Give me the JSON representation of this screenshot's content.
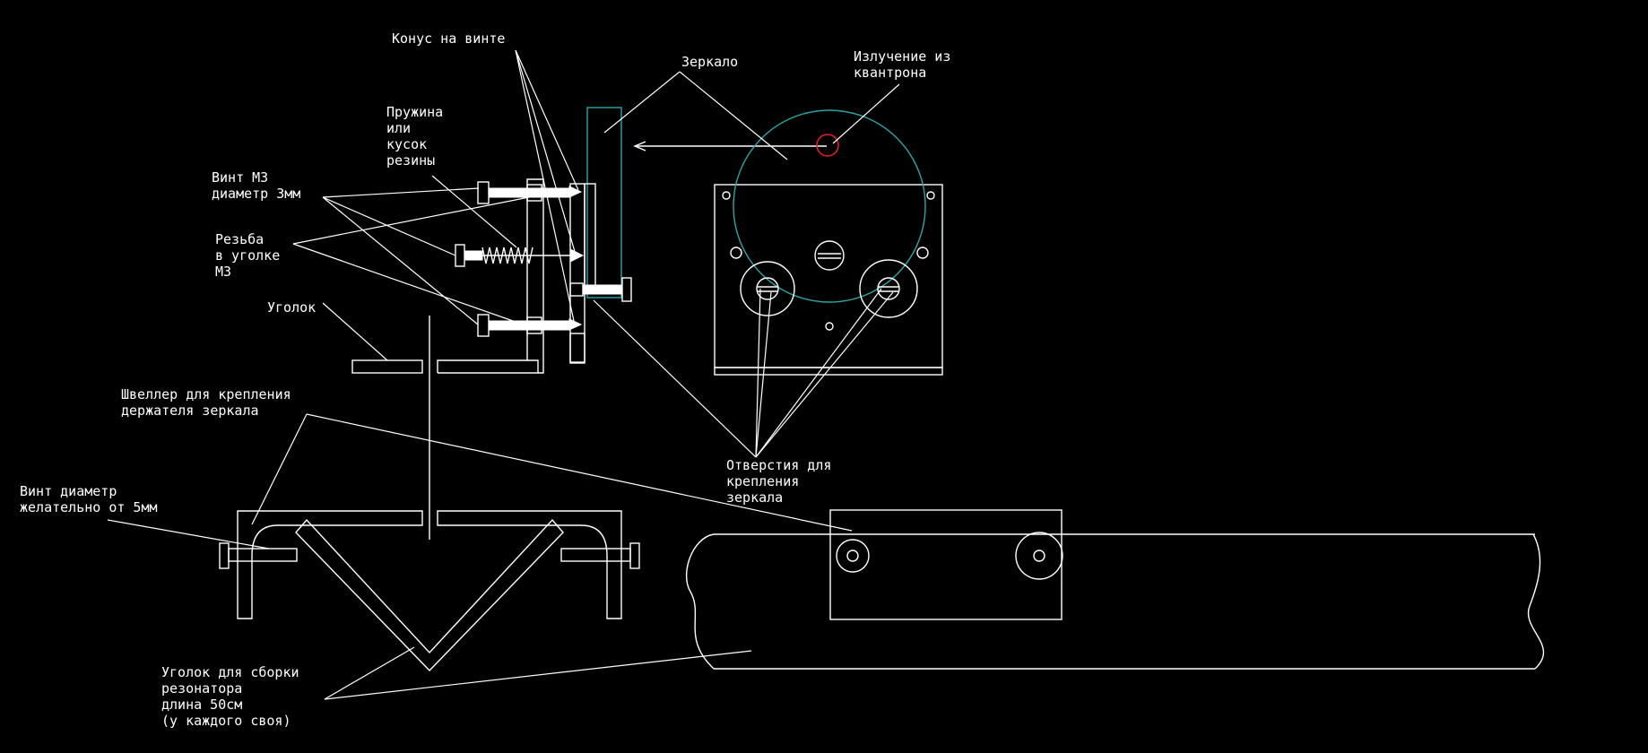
{
  "labels": {
    "cone_on_screw": "Конус на винте",
    "mirror": "Зеркало",
    "emission_1": "Излучение из",
    "emission_2": "квантрона",
    "spring_1": "Пружина",
    "spring_2": "или",
    "spring_3": "кусок",
    "spring_4": "резины",
    "screw_m3_1": "Винт М3",
    "screw_m3_2": "диаметр 3мм",
    "thread_1": "Резьба",
    "thread_2": "в уголке",
    "thread_3": "М3",
    "corner": "Уголок",
    "channel_1": "Швеллер для крепления",
    "channel_2": "держателя зеркала",
    "screw_5_1": "Винт диаметр",
    "screw_5_2": "желательно от 5мм",
    "holes_1": "Отверстия для",
    "holes_2": "крепления",
    "holes_3": "зеркала",
    "resonator_1": "Уголок для сборки",
    "resonator_2": "резонатора",
    "resonator_3": "длина 50см",
    "resonator_4": "(у каждого своя)"
  },
  "colors": {
    "background": "#000000",
    "lines": "#ffffff",
    "mirror": "#2aa6a6",
    "emission": "#e02020"
  }
}
